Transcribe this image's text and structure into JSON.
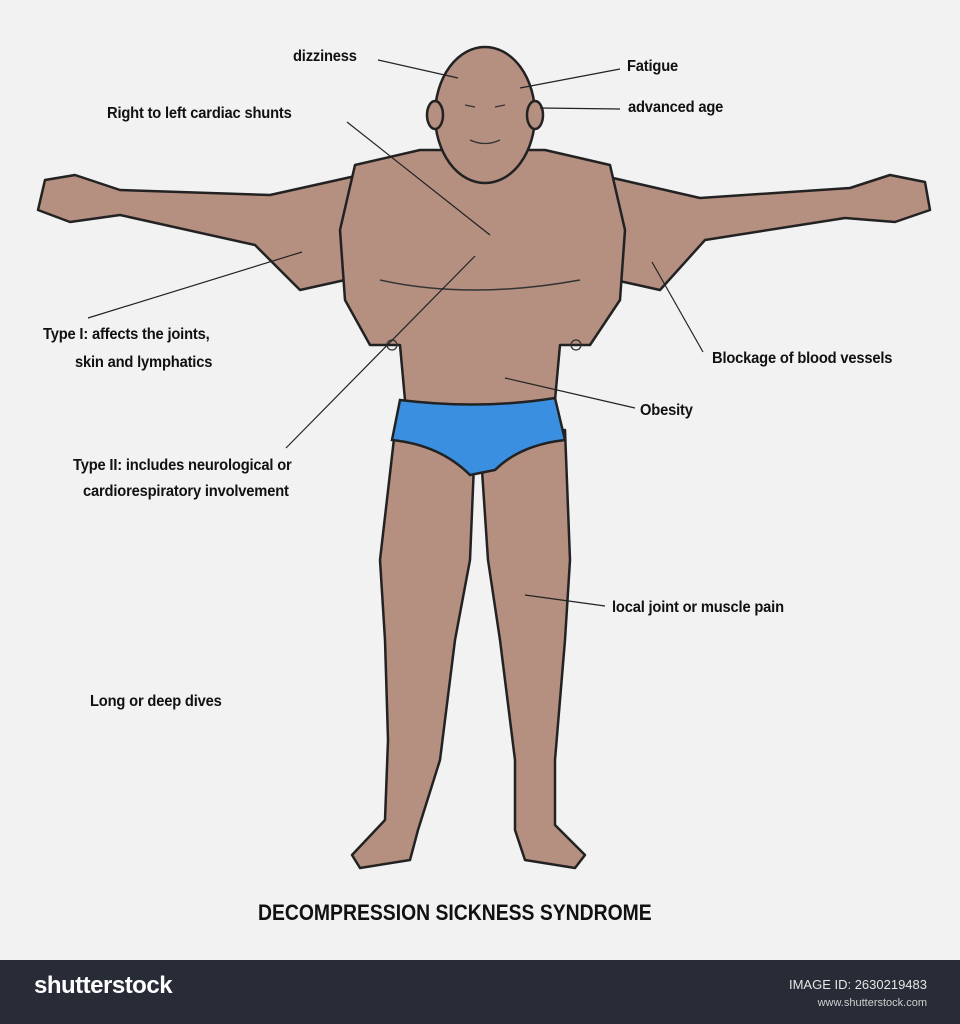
{
  "labels": {
    "dizziness": "dizziness",
    "fatigue": "Fatigue",
    "advanced_age": "advanced age",
    "cardiac_shunts": "Right to left cardiac shunts",
    "type1_line1": "Type I: affects the joints,",
    "type1_line2": "skin and lymphatics",
    "blockage": "Blockage of blood vessels",
    "obesity": "Obesity",
    "type2_line1": "Type II: includes neurological or",
    "type2_line2": "cardiorespiratory involvement",
    "joint_pain": "local joint or muscle pain",
    "dives": "Long or deep dives"
  },
  "title": "DECOMPRESSION SICKNESS SYNDROME",
  "footer": {
    "logo": "shutterstock",
    "image_id": "IMAGE ID: 2630219483",
    "url": "www.shutterstock.com"
  },
  "colors": {
    "skin": "#b58f80",
    "briefs": "#3b8fe0",
    "outline": "#222222",
    "footer": "#272c36"
  }
}
